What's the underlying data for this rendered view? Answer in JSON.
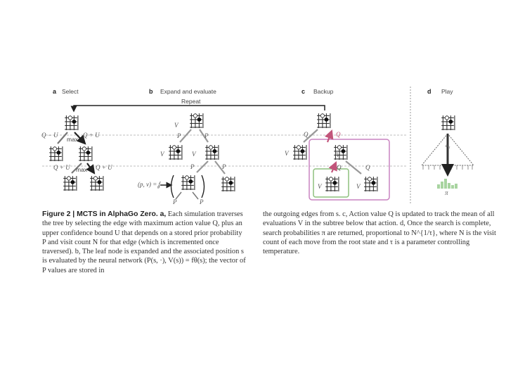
{
  "panels": {
    "a": {
      "letter": "a",
      "title": "Select"
    },
    "b": {
      "letter": "b",
      "title": "Expand and evaluate"
    },
    "c": {
      "letter": "c",
      "title": "Backup"
    },
    "d": {
      "letter": "d",
      "title": "Play"
    }
  },
  "repeat_label": "Repeat",
  "symbols": {
    "q_minus_u": "Q − U",
    "q_plus_u": "Q + U",
    "max": "max",
    "v": "V",
    "p": "P",
    "q": "Q",
    "eval_formula": "(p, v) = f",
    "eval_sub": "θ",
    "play_a": "a",
    "play_a_sub": "t",
    "pi": "π"
  },
  "colors": {
    "tree_edge": "#777777",
    "highlight_edge": "#c2547a",
    "backup_box": "#c984c0",
    "leaf_box": "#8ec07e",
    "policy_bars": "#a8d4a0",
    "divider": "#9a9a9a",
    "arrow": "#222222"
  },
  "caption": {
    "left_head": "Figure 2 | MCTS in AlphaGo Zero. a,",
    "left_body": " Each simulation traverses the tree by selecting the edge with maximum action value Q, plus an upper confidence bound U that depends on a stored prior probability P and visit count N for that edge (which is incremented once traversed). b, The leaf node is expanded and the associated position s is evaluated by the neural network (P(s, ·), V(s)) = fθ(s); the vector of P values are stored in",
    "right_body": "the outgoing edges from s. c, Action value Q is updated to track the mean of all evaluations V in the subtree below that action. d, Once the search is complete, search probabilities π are returned, proportional to N^{1/τ}, where N is the visit count of each move from the root state and τ is a parameter controlling temperature."
  }
}
